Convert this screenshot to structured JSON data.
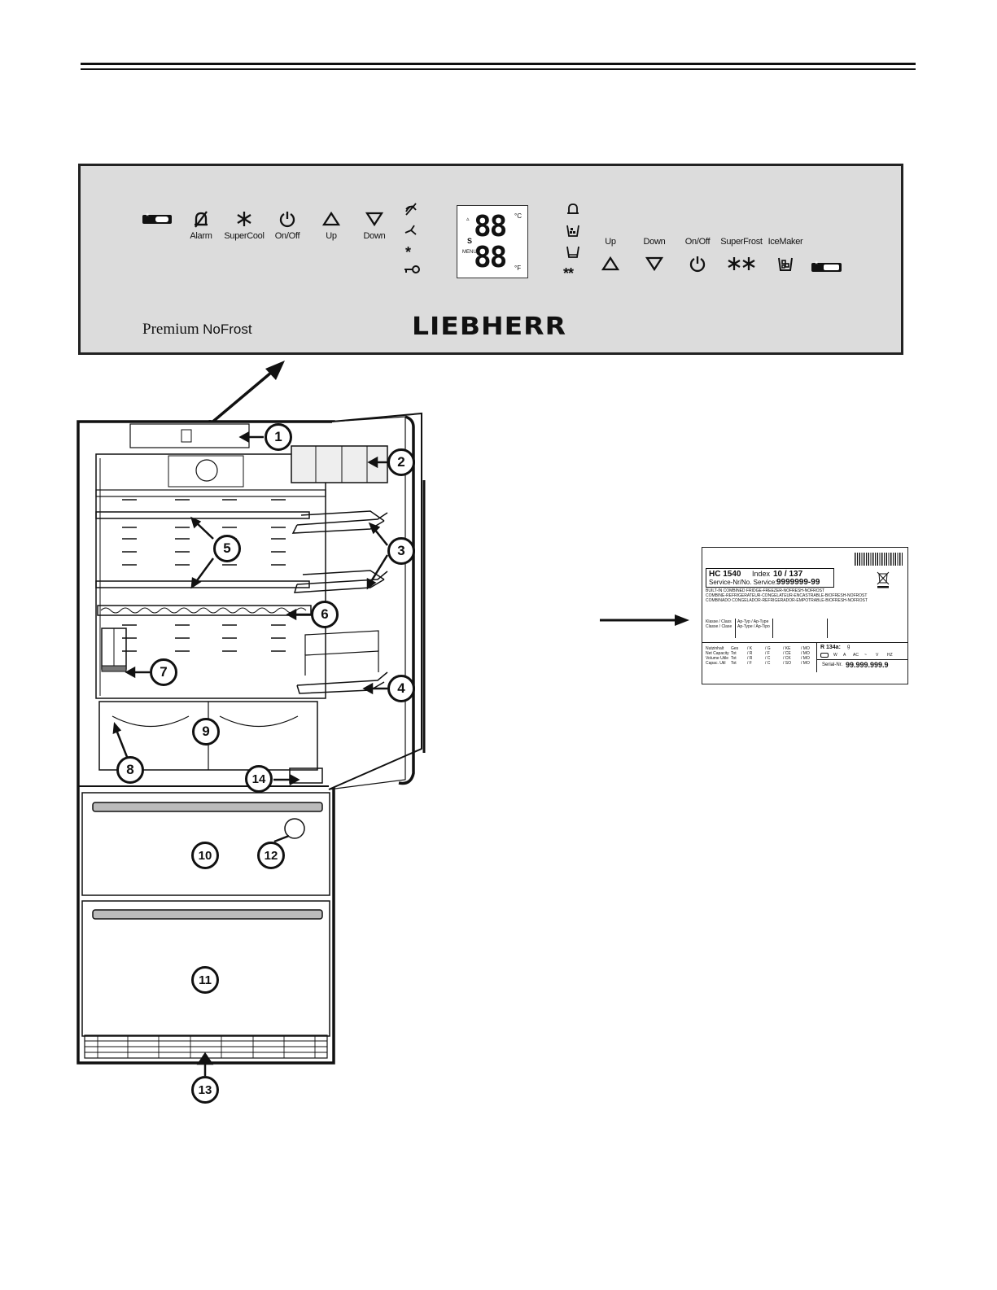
{
  "panel": {
    "freezer_controls": [
      {
        "name": "alarm",
        "label": "Alarm",
        "icon": "alarm-off-icon"
      },
      {
        "name": "supercool",
        "label": "SuperCool",
        "icon": "snowflake-icon"
      },
      {
        "name": "onoff",
        "label": "On/Off",
        "icon": "power-icon"
      },
      {
        "name": "up",
        "label": "Up",
        "icon": "triangle-up-icon"
      },
      {
        "name": "down",
        "label": "Down",
        "icon": "triangle-down-icon"
      }
    ],
    "fridge_controls": [
      {
        "name": "up",
        "label": "Up",
        "icon": "triangle-up-icon"
      },
      {
        "name": "down",
        "label": "Down",
        "icon": "triangle-down-icon"
      },
      {
        "name": "onoff",
        "label": "On/Off",
        "icon": "power-icon"
      },
      {
        "name": "superfrost",
        "label": "SuperFrost",
        "icon": "double-snowflake-icon"
      },
      {
        "name": "icemaker",
        "label": "IceMaker",
        "icon": "icemaker-icon"
      }
    ],
    "display": {
      "digits_top": "88",
      "digits_bottom": "88",
      "unit_c": "°C",
      "unit_f": "°F",
      "s_label": "S",
      "menu_label": "MENU"
    },
    "brand_premium": "Premium",
    "brand_nofrost": "NoFrost",
    "brand_logo": "LIEBHERR"
  },
  "callouts": [
    "1",
    "2",
    "3",
    "4",
    "5",
    "6",
    "7",
    "8",
    "9",
    "10",
    "11",
    "12",
    "13",
    "14"
  ],
  "rating_label": {
    "model": "HC 1540",
    "index_label": "Index",
    "index_value": "10 / 137",
    "service_label": "Service-Nr/No. Service:",
    "service_value": "9999999-99",
    "desc_lines": [
      "BUILT-IN COMBINED FRIDGE-FREEZER-NOFRESH-NOFROST",
      "COMBINE-REFRIGERATEUR-CONGELATEUR-ENCASTRABLE-BIOFRESH-NOFROST",
      "COMBINADO CONGELADOR-REFRIGERADOR-EMPOTRABLE-BIOFRESH-NOFROST"
    ],
    "class_label": "Klasse / Class\nClasse / Clase",
    "type_label": "Ap-Typ / Ap-Type\nAp-Type / Ap-Tipo",
    "rows": [
      [
        "Nutzinhalt",
        "Ges",
        "/ K",
        "/ G",
        "/ KE",
        "/ MO"
      ],
      [
        "Net Capacity",
        "Tot",
        "/ R",
        "/ F",
        "/ CE",
        "/ MO"
      ],
      [
        "Volume Utile",
        "Tot",
        "/ R",
        "/ C",
        "/ CK",
        "/ MO"
      ],
      [
        "Capac. Util",
        "Tot",
        "/ F",
        "/ C",
        "/ SO",
        "/ MO"
      ]
    ],
    "refrigerant": "R 134a:",
    "refrigerant_unit": "g",
    "power_units": [
      "W",
      "A",
      "AC",
      "~",
      "V",
      "HZ"
    ],
    "serial_label": "Serial-Nr.",
    "serial_value": "99.999.999.9"
  }
}
